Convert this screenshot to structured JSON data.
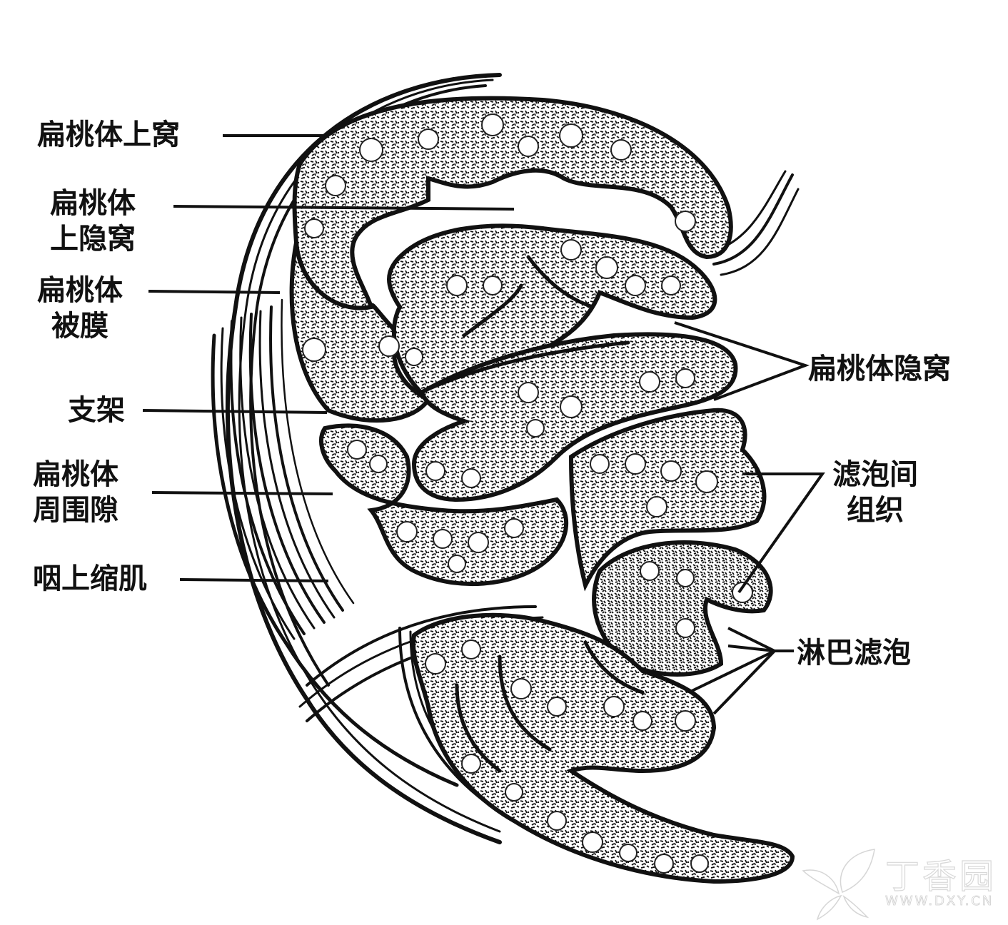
{
  "figure": {
    "subject": "tonsil cross-section",
    "colors": {
      "ink": "#111111",
      "background": "#ffffff",
      "watermark": "#d8d8d8"
    }
  },
  "labels": {
    "supratonsillar_fossa": "扁桃体上窝",
    "supratonsillar_crypt_line1": "扁桃体",
    "supratonsillar_crypt_line2": "上隐窝",
    "tonsil_capsule_line1": "扁桃体",
    "tonsil_capsule_line2": "被膜",
    "stroma": "支架",
    "peritonsillar_space_line1": "扁桃体",
    "peritonsillar_space_line2": "周围隙",
    "superior_constrictor": "咽上缩肌",
    "tonsil_crypts": "扁桃体隐窝",
    "interfollicular_tissue_line1": "滤泡间",
    "interfollicular_tissue_line2": "组织",
    "lymph_follicles": "淋巴滤泡"
  },
  "watermark": {
    "brand": "丁香园",
    "url": "WWW.DXY.CN"
  }
}
